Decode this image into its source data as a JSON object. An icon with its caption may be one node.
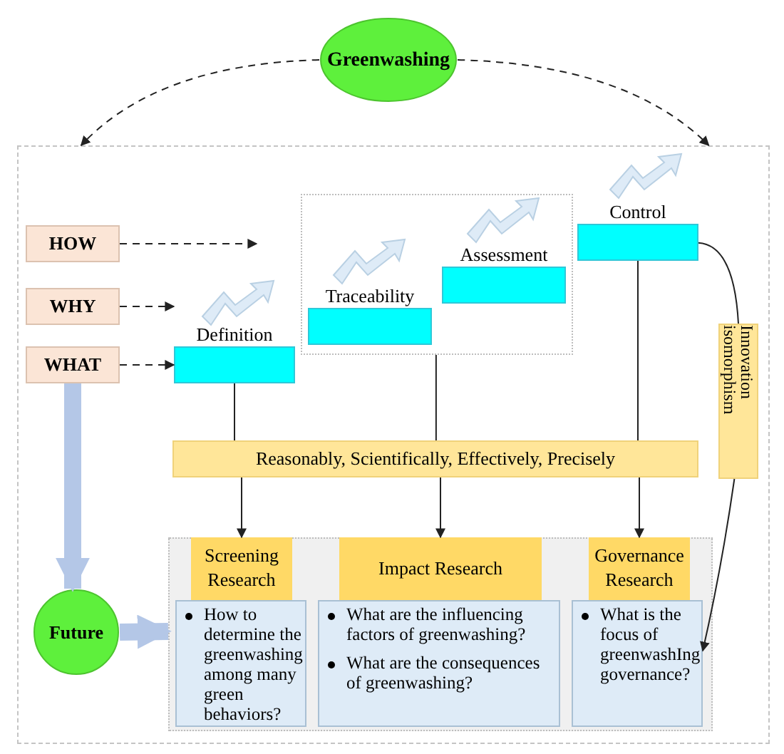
{
  "diagram": {
    "nodes": [
      {
        "text": [
          "Greenwashing"
        ]
      },
      {
        "text": [],
        "shape": "box"
      },
      {
        "text": [
          "HOW"
        ],
        "in": 1
      },
      {
        "text": [
          "WHY"
        ],
        "in": 1
      },
      {
        "text": [
          "WHAT"
        ],
        "in": 1
      },
      {
        "text": [
          "Definition"
        ],
        "in": 1
      },
      {
        "text": [],
        "shape": "box",
        "in": 1
      },
      {
        "text": [
          "Traceability"
        ],
        "in": 6
      },
      {
        "text": [
          "Assessment"
        ],
        "in": 6
      },
      {
        "text": [
          "Control"
        ],
        "in": 1
      },
      {
        "text": [
          "Reasonably, Scientifically, Effectively, Precisely"
        ],
        "in": 1
      },
      {
        "text": [
          "Innovation isomorphism"
        ],
        "in": 1
      },
      {
        "text": [],
        "shape": "box",
        "in": 1
      },
      {
        "text": [
          "How to determine the greenwashing among many green behaviors?"
        ],
        "in": 12
      },
      {
        "text": [
          "Screening Research"
        ],
        "in": 12
      },
      {
        "text": [
          "What are the influencing factors of greenwashing?",
          "What are the consequences of greenwashing?"
        ],
        "in": 12
      },
      {
        "text": [
          "Impact Research"
        ],
        "in": 12
      },
      {
        "text": [
          "What is the focus of greenwashIng governance?"
        ],
        "in": 12
      },
      {
        "text": [
          "Governance Research"
        ],
        "in": 12
      },
      {
        "text": [
          "Future"
        ],
        "in": 1
      }
    ],
    "edges": [
      {
        "from": 0,
        "to": 1,
        "arrow": "to",
        "style": "dashed"
      },
      {
        "from": 0,
        "to": 1,
        "arrow": "to",
        "style": "dashed"
      },
      {
        "from": 2,
        "to": null,
        "arrow": "to",
        "style": "dashed"
      },
      {
        "from": 3,
        "to": 5,
        "arrow": "to",
        "style": "dashed"
      },
      {
        "from": 4,
        "to": 5,
        "arrow": "to",
        "style": "dashed"
      },
      {
        "from": 5,
        "to": 10,
        "arrow": "none"
      },
      {
        "from": 6,
        "to": 10,
        "arrow": "none"
      },
      {
        "from": 9,
        "to": 10,
        "arrow": "none"
      },
      {
        "from": 10,
        "to": 14,
        "arrow": "to"
      },
      {
        "from": 10,
        "to": 16,
        "arrow": "to"
      },
      {
        "from": 10,
        "to": 18,
        "arrow": "to"
      },
      {
        "from": 9,
        "to": 11,
        "arrow": "none"
      },
      {
        "from": 11,
        "to": 17,
        "arrow": "to"
      },
      {
        "from": 19,
        "to": 12,
        "arrow": "to",
        "style": "thick",
        "color": "#b4c7e7"
      },
      {
        "from": 4,
        "to": 19,
        "arrow": "to",
        "style": "thick",
        "color": "#b4c7e7"
      }
    ]
  }
}
